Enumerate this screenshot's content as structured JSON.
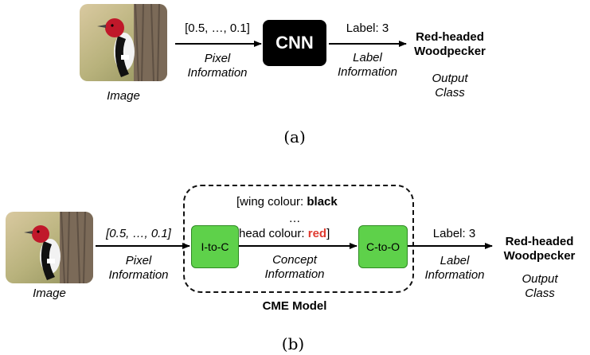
{
  "panel_a": {
    "input_values": "[0.5, …, 0.1]",
    "pixel_label": "Pixel\nInformation",
    "model": "CNN",
    "label_value": "Label: 3",
    "label_info": "Label\nInformation",
    "output": "Red-headed\nWoodpecker",
    "output_class": "Output\nClass",
    "image_caption": "Image",
    "caption": "(a)"
  },
  "panel_b": {
    "input_values": "[0.5, …, 0.1]",
    "pixel_label": "Pixel\nInformation",
    "concept_open": "[wing colour: ",
    "wing_value": "black",
    "ellipsis": "…",
    "head_prefix": "head colour: ",
    "head_value": "red",
    "concept_close": "]",
    "i_to_c": "I-to-C",
    "c_to_o": "C-to-O",
    "concept_info": "Concept\nInformation",
    "model_name": "CME Model",
    "label_value": "Label: 3",
    "label_info": "Label\nInformation",
    "output": "Red-headed\nWoodpecker",
    "output_class": "Output\nClass",
    "image_caption": "Image",
    "caption": "(b)"
  },
  "colors": {
    "concept_box_fill": "#5ed14a",
    "concept_box_border": "#2d8a22",
    "highlight_red": "#e03a2f",
    "cnn_fill": "#000000"
  }
}
